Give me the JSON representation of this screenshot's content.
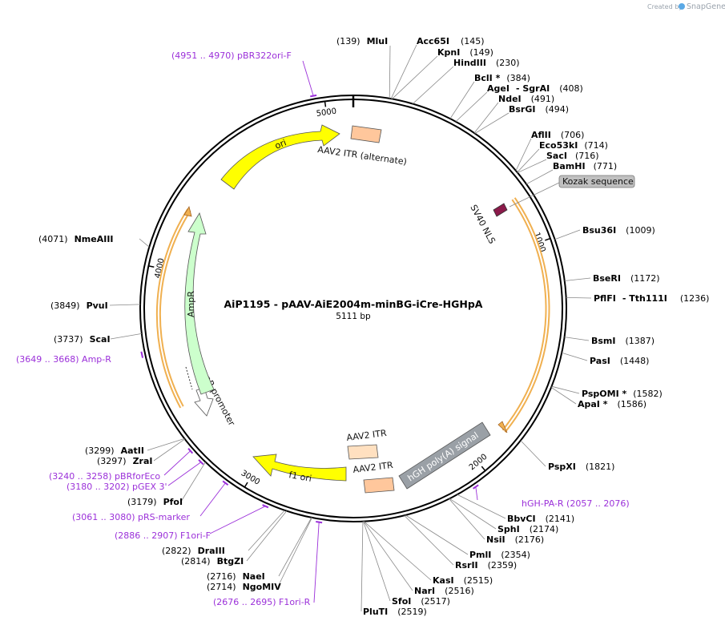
{
  "credit": {
    "text": "Created by",
    "brand": "SnapGene"
  },
  "plasmid": {
    "name": "AiP1195 - pAAV-AiE2004m-minBG-iCre-HGHpA",
    "length_label": "5111 bp",
    "length": 5111
  },
  "ticks": [
    {
      "value": 5000,
      "label": "5000"
    },
    {
      "value": 1000,
      "label": "1000"
    },
    {
      "value": 2000,
      "label": "2000"
    },
    {
      "value": 3000,
      "label": "3000"
    },
    {
      "value": 4000,
      "label": "4000"
    }
  ],
  "sites": [
    {
      "name": "MluI",
      "pos": "(139)",
      "bp": 139,
      "side": "left"
    },
    {
      "name": "Acc65I",
      "pos": "(145)",
      "bp": 145,
      "side": "right"
    },
    {
      "name": "KpnI",
      "pos": "(149)",
      "bp": 149,
      "side": "right"
    },
    {
      "name": "HindIII",
      "pos": "(230)",
      "bp": 230,
      "side": "right"
    },
    {
      "name": "BclI *",
      "pos": "(384)",
      "bp": 384,
      "side": "right"
    },
    {
      "name": "AgeI",
      "pos": "- SgrAI",
      "pos2": "(408)",
      "bp": 408,
      "side": "right"
    },
    {
      "name": "NdeI",
      "pos": "(491)",
      "bp": 491,
      "side": "right"
    },
    {
      "name": "BsrGI",
      "pos": "(494)",
      "bp": 494,
      "side": "right"
    },
    {
      "name": "AflII",
      "pos": "(706)",
      "bp": 706,
      "side": "right"
    },
    {
      "name": "Eco53kI",
      "pos": "(714)",
      "bp": 714,
      "side": "right"
    },
    {
      "name": "SacI",
      "pos": "(716)",
      "bp": 716,
      "side": "right"
    },
    {
      "name": "BamHI",
      "pos": "(771)",
      "bp": 771,
      "side": "right"
    },
    {
      "name": "Bsu36I",
      "pos": "(1009)",
      "bp": 1009,
      "side": "right"
    },
    {
      "name": "BseRI",
      "pos": "(1172)",
      "bp": 1172,
      "side": "right"
    },
    {
      "name": "PflFI",
      "pos": "- Tth111I",
      "pos2": "(1236)",
      "bp": 1236,
      "side": "right"
    },
    {
      "name": "BsmI",
      "pos": "(1387)",
      "bp": 1387,
      "side": "right"
    },
    {
      "name": "PasI",
      "pos": "(1448)",
      "bp": 1448,
      "side": "right"
    },
    {
      "name": "PspOMI *",
      "pos": "(1582)",
      "bp": 1582,
      "side": "right"
    },
    {
      "name": "ApaI *",
      "pos": "(1586)",
      "bp": 1586,
      "side": "right"
    },
    {
      "name": "PspXI",
      "pos": "(1821)",
      "bp": 1821,
      "side": "right"
    },
    {
      "name": "BbvCI",
      "pos": "(2141)",
      "bp": 2141,
      "side": "right"
    },
    {
      "name": "SphI",
      "pos": "(2174)",
      "bp": 2174,
      "side": "right"
    },
    {
      "name": "NsiI",
      "pos": "(2176)",
      "bp": 2176,
      "side": "right"
    },
    {
      "name": "PmlI",
      "pos": "(2354)",
      "bp": 2354,
      "side": "right"
    },
    {
      "name": "RsrII",
      "pos": "(2359)",
      "bp": 2359,
      "side": "right"
    },
    {
      "name": "KasI",
      "pos": "(2515)",
      "bp": 2515,
      "side": "right"
    },
    {
      "name": "NarI",
      "pos": "(2516)",
      "bp": 2516,
      "side": "right"
    },
    {
      "name": "SfoI",
      "pos": "(2517)",
      "bp": 2517,
      "side": "right"
    },
    {
      "name": "PluTI",
      "pos": "(2519)",
      "bp": 2519,
      "side": "right"
    },
    {
      "name": "NgoMIV",
      "pos": "(2714)",
      "bp": 2714,
      "side": "left"
    },
    {
      "name": "NaeI",
      "pos": "(2716)",
      "bp": 2716,
      "side": "left"
    },
    {
      "name": "BtgZI",
      "pos": "(2814)",
      "bp": 2814,
      "side": "left"
    },
    {
      "name": "DraIII",
      "pos": "(2822)",
      "bp": 2822,
      "side": "left"
    },
    {
      "name": "PfoI",
      "pos": "(3179)",
      "bp": 3179,
      "side": "left"
    },
    {
      "name": "ZraI",
      "pos": "(3297)",
      "bp": 3297,
      "side": "left"
    },
    {
      "name": "AatII",
      "pos": "(3299)",
      "bp": 3299,
      "side": "left"
    },
    {
      "name": "ScaI",
      "pos": "(3737)",
      "bp": 3737,
      "side": "left"
    },
    {
      "name": "PvuI",
      "pos": "(3849)",
      "bp": 3849,
      "side": "left"
    },
    {
      "name": "NmeAIII",
      "pos": "(4071)",
      "bp": 4071,
      "side": "left"
    }
  ],
  "primers": [
    {
      "text": "(4951 .. 4970)  pBR322ori-F",
      "bp": 4960
    },
    {
      "text": "(3649 .. 3668)  Amp-R",
      "bp": 3658
    },
    {
      "text": "(3240 .. 3258)  pBRforEco",
      "bp": 3249
    },
    {
      "text": "(3180 .. 3202)  pGEX 3'",
      "bp": 3191
    },
    {
      "text": "(3061 .. 3080)  pRS-marker",
      "bp": 3070
    },
    {
      "text": "(2886 .. 2907)  F1ori-F",
      "bp": 2896
    },
    {
      "text": "(2676 .. 2695)  F1ori-R",
      "bp": 2685
    },
    {
      "text": "hGH-PA-R    (2057 .. 2076)",
      "bp": 2066
    }
  ],
  "features": [
    {
      "name": "ori",
      "color": "#ffff00"
    },
    {
      "name": "AAV2 ITR (alternate)",
      "color": "#ffc79c"
    },
    {
      "name": "SV40 NLS",
      "color": "#8b1a4a"
    },
    {
      "name": "Kozak sequence",
      "color": "#c0c0c0"
    },
    {
      "name": "hGH poly(A) signal",
      "color": "#9aa0a6"
    },
    {
      "name": "AAV2 ITR",
      "color": "#ffe0c0"
    },
    {
      "name": "AAV2 ITR",
      "color": "#ffc79c"
    },
    {
      "name": "f1 ori",
      "color": "#ffff00"
    },
    {
      "name": "AmpR promoter",
      "color": "#ffffff"
    },
    {
      "name": "AmpR",
      "color": "#ccffcc"
    }
  ],
  "colors": {
    "primer": "#9b30d9",
    "orf_orange": "#f0b050",
    "backbone": "#000000"
  }
}
